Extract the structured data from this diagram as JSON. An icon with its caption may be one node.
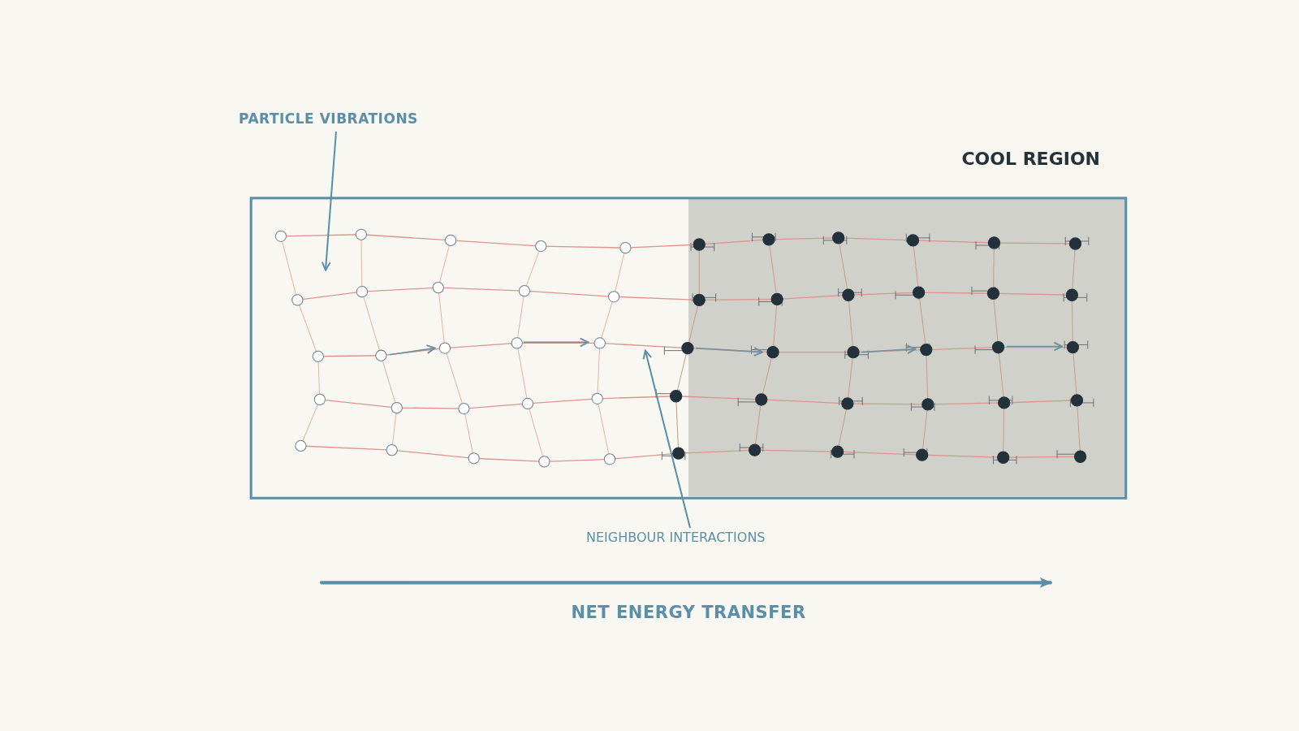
{
  "diagram": {
    "nodes": [
      {
        "text": [
          "COOL REGION"
        ]
      },
      {
        "text": [
          "PARTICLE VIBRATIONS"
        ]
      },
      {
        "text": [
          "NEIGHBOUR INTERACTIONS"
        ]
      }
    ],
    "edges": [
      {
        "from": 1,
        "to": null,
        "arrow": "to"
      },
      {
        "from": 2,
        "to": null,
        "arrow": "to"
      }
    ],
    "labels": [
      "NET ENERGY TRANSFER"
    ]
  }
}
